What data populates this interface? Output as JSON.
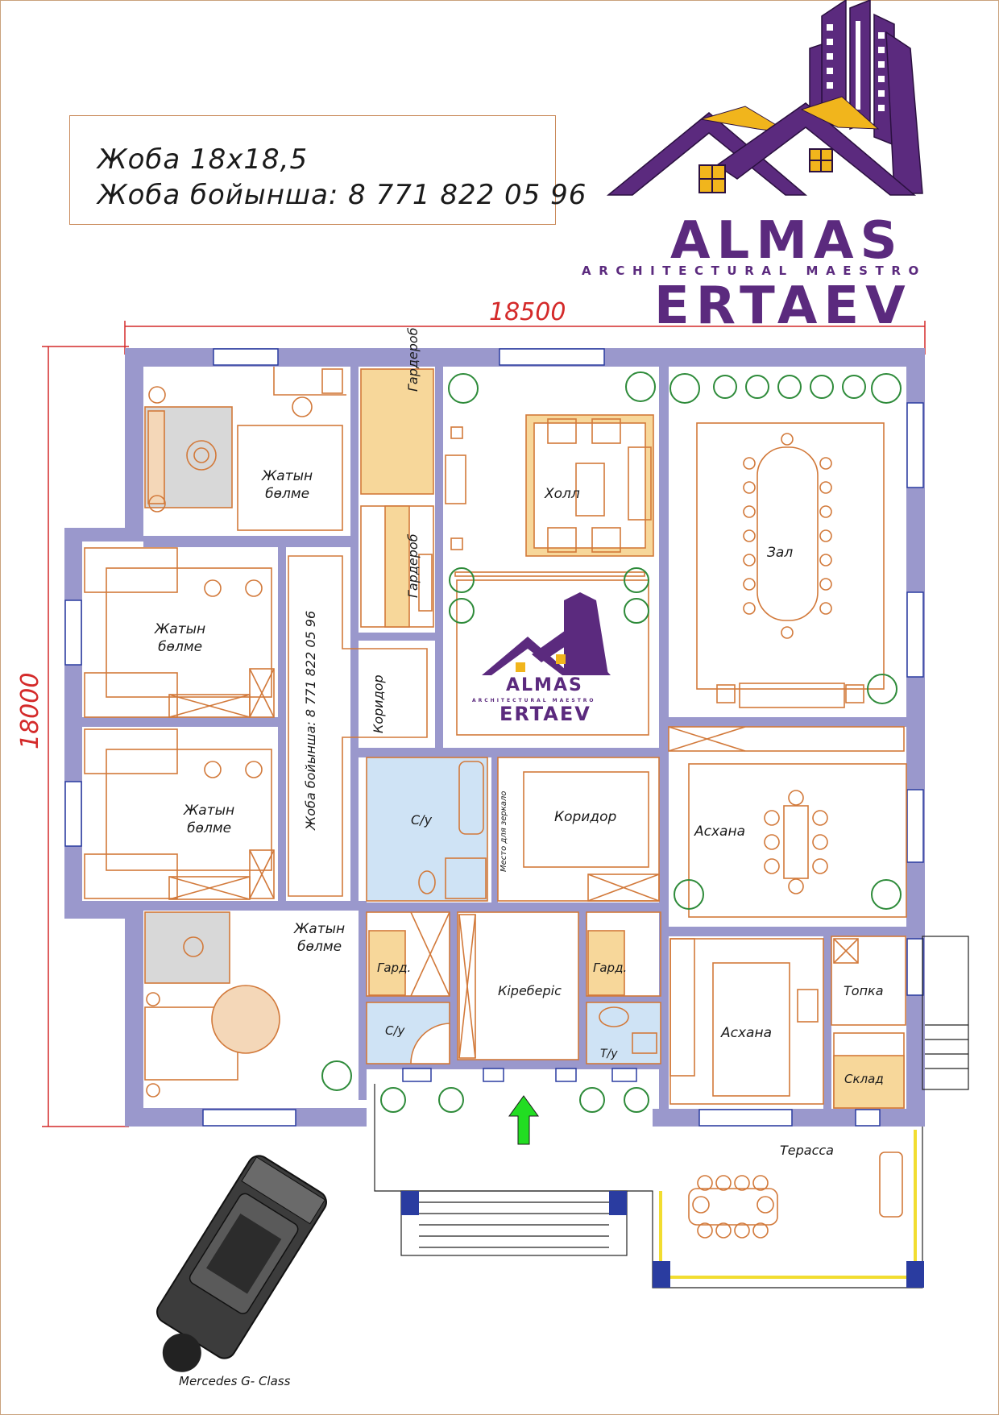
{
  "project_box": {
    "line1": "Жоба  18х18,5",
    "line2": "Жоба бойынша:  8  771  822  05  96"
  },
  "brand": {
    "name": "ALMAS",
    "subtitle": "ARCHITECTURAL MAESTRO",
    "last_name": "ERTAEV",
    "colors": {
      "purple": "#5b2a7e",
      "gold": "#f1b51c"
    }
  },
  "dimensions": {
    "width": "18500",
    "height": "18000"
  },
  "rooms": {
    "bedroom_top": "Жатын\nбөлме",
    "wardrobe_1": "Гардероб",
    "wardrobe_2": "Гардероб",
    "hall": "Холл",
    "zal": "Зал",
    "bedroom_mid1": "Жатын\nбөлме",
    "bedroom_mid2": "Жатын\nбөлме",
    "corridor_phone": "Жоба бойынша: 8  771  822  05  96",
    "corridor_left": "Коридор",
    "bathroom_1": "С/у",
    "mirror_place": "Место для зеркало",
    "corridor_center": "Коридор",
    "kitchen_1": "Асхана",
    "bedroom_bottom": "Жатын\nбөлме",
    "gard_left": "Гард.",
    "entrance": "Кіреберіс",
    "gard_right": "Гард.",
    "bathroom_2": "С/у",
    "toilet": "Т/у",
    "kitchen_2": "Асхана",
    "furnace": "Топка",
    "storage": "Склад",
    "terrace": "Терасса"
  },
  "car_caption": "Mercedes G- Class",
  "plan_colors": {
    "wall": "#9a98cc",
    "furniture": "#d2793a",
    "plant": "#2e8b3a",
    "tile": "#cfe3f5",
    "dimension": "#d42a2a",
    "arrow": "#22dd22",
    "deck": "#f2dd30"
  }
}
